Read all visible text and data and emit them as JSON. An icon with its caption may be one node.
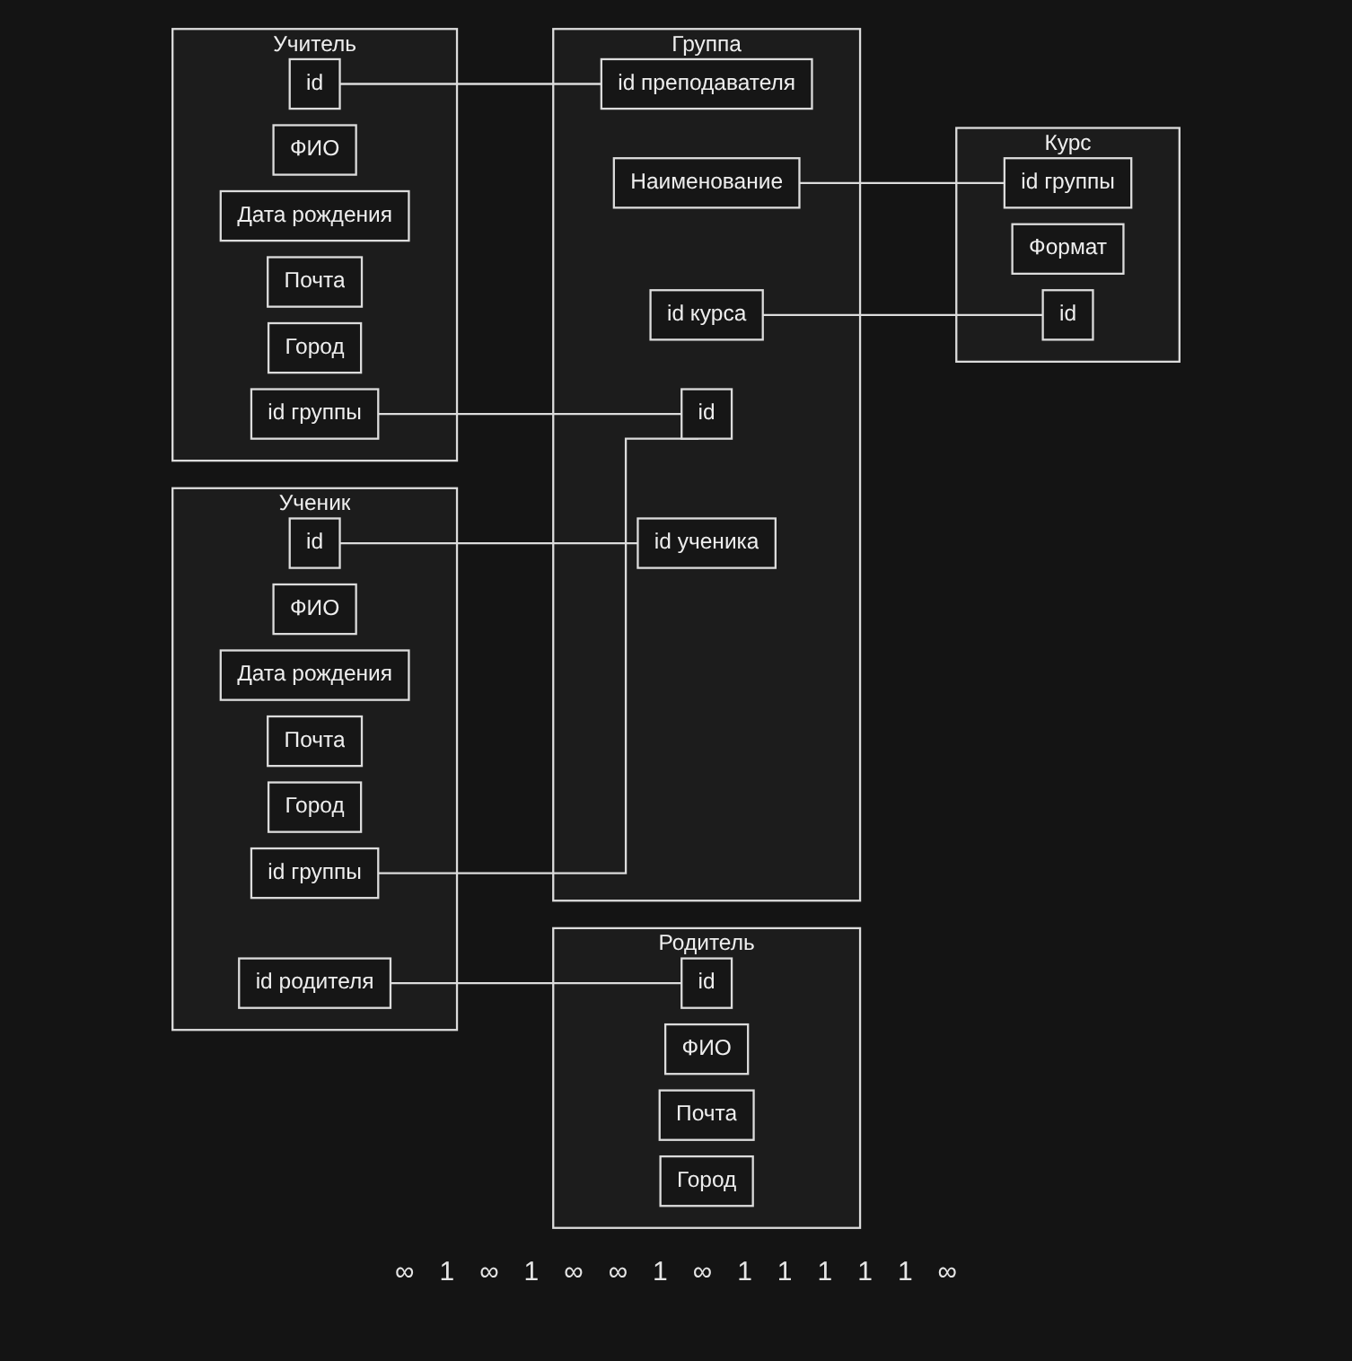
{
  "diagram": {
    "nodes": [
      {
        "text": [
          "Ученик"
        ]
      },
      {
        "text": [
          "id"
        ],
        "in": 0
      },
      {
        "text": [
          "ФИО"
        ],
        "in": 0
      },
      {
        "text": [
          "Дата рождения"
        ],
        "in": 0
      },
      {
        "text": [
          "Почта"
        ],
        "in": 0
      },
      {
        "text": [
          "Город"
        ],
        "in": 0
      },
      {
        "text": [
          "id группы"
        ],
        "in": 0
      },
      {
        "text": [
          "id родителя"
        ],
        "in": 0
      },
      {
        "text": [
          "Учитель"
        ]
      },
      {
        "text": [
          "id"
        ],
        "in": 8
      },
      {
        "text": [
          "ФИО"
        ],
        "in": 8
      },
      {
        "text": [
          "Дата рождения"
        ],
        "in": 8
      },
      {
        "text": [
          "Почта"
        ],
        "in": 8
      },
      {
        "text": [
          "Город"
        ],
        "in": 8
      },
      {
        "text": [
          "id группы"
        ],
        "in": 8
      },
      {
        "text": [
          "Родитель"
        ]
      },
      {
        "text": [
          "id"
        ],
        "in": 15
      },
      {
        "text": [
          "ФИО"
        ],
        "in": 15
      },
      {
        "text": [
          "Почта"
        ],
        "in": 15
      },
      {
        "text": [
          "Город"
        ],
        "in": 15
      },
      {
        "text": [
          "Группа"
        ]
      },
      {
        "text": [
          "id"
        ],
        "in": 20
      },
      {
        "text": [
          "Наименование"
        ],
        "in": 20
      },
      {
        "text": [
          "id курса"
        ],
        "in": 20
      },
      {
        "text": [
          "id преподавателя"
        ],
        "in": 20
      },
      {
        "text": [
          "id ученика"
        ],
        "in": 20
      },
      {
        "text": [
          "Курс"
        ]
      },
      {
        "text": [
          "id"
        ],
        "in": 26
      },
      {
        "text": [
          "Формат"
        ],
        "in": 26
      },
      {
        "text": [
          "id группы"
        ],
        "in": 26
      }
    ],
    "edges": [
      {
        "from": 1,
        "to": 25,
        "arrow": "none"
      },
      {
        "from": 6,
        "to": 21,
        "arrow": "none"
      },
      {
        "from": 7,
        "to": 16,
        "arrow": "none"
      },
      {
        "from": 9,
        "to": 24,
        "arrow": "none"
      },
      {
        "from": 14,
        "to": 21,
        "arrow": "none"
      },
      {
        "from": 22,
        "to": 29,
        "arrow": "none"
      },
      {
        "from": 23,
        "to": 27,
        "arrow": "none"
      }
    ],
    "labels": [
      "∞",
      "1",
      "∞",
      "1",
      "∞",
      "∞",
      "1",
      "∞",
      "1",
      "1",
      "1",
      "1",
      "1",
      "∞"
    ]
  }
}
